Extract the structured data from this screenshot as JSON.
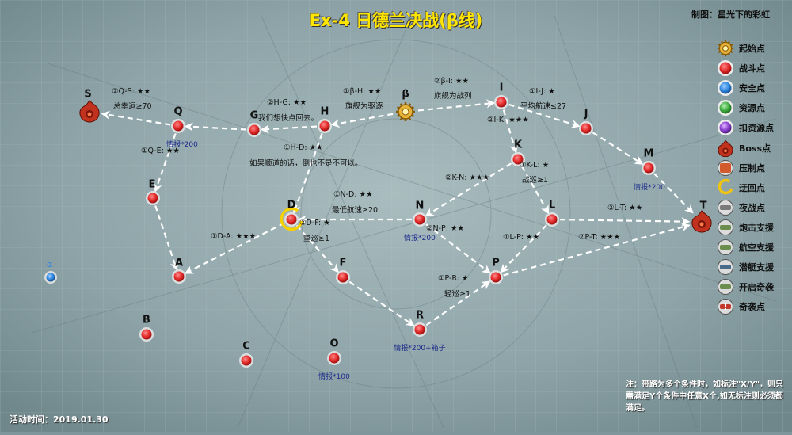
{
  "title": "Ex-4  日德兰决战(β线)",
  "author": "制图：星光下的彩虹",
  "date": "活动时间：2019.01.30",
  "note": "注：带路为多个条件时，如标注\"X/Y\"，则只需满足Y个条件中任意X个,如无标注则必须都满足。",
  "alpha_label": "α",
  "legend": [
    {
      "icon": "start-point-icon",
      "label": "起始点",
      "color": "#d9a520"
    },
    {
      "icon": "battle-point-icon",
      "label": "战斗点",
      "color": "#e23a3a"
    },
    {
      "icon": "safe-point-icon",
      "label": "安全点",
      "color": "#2f86e0"
    },
    {
      "icon": "resource-point-icon",
      "label": "资源点",
      "color": "#3fae3f"
    },
    {
      "icon": "resource-loss-point-icon",
      "label": "扣资源点",
      "color": "#8a3fcf"
    },
    {
      "icon": "boss-point-icon",
      "label": "Boss点",
      "color": "#c0321e"
    },
    {
      "icon": "suppression-point-icon",
      "label": "压制点",
      "color": "#d35a2c"
    },
    {
      "icon": "detour-point-icon",
      "label": "迂回点",
      "color": "#f1c40f"
    },
    {
      "icon": "night-battle-point-icon",
      "label": "夜战点",
      "color": "#7a7a7a"
    },
    {
      "icon": "gunfire-support-icon",
      "label": "炮击支援",
      "color": "#6b8e4e"
    },
    {
      "icon": "air-support-icon",
      "label": "航空支援",
      "color": "#6b8e4e"
    },
    {
      "icon": "submarine-support-icon",
      "label": "潜艇支援",
      "color": "#4a6a8a"
    },
    {
      "icon": "raid-open-icon",
      "label": "开启奇袭",
      "color": "#6b8e4e"
    },
    {
      "icon": "raid-point-icon",
      "label": "奇袭点",
      "color": "#c0392b"
    }
  ],
  "nodes": [
    {
      "id": "S",
      "type": "boss"
    },
    {
      "id": "Q",
      "type": "battle"
    },
    {
      "id": "G",
      "type": "battle"
    },
    {
      "id": "H",
      "type": "battle"
    },
    {
      "id": "β",
      "type": "start"
    },
    {
      "id": "I",
      "type": "battle"
    },
    {
      "id": "J",
      "type": "battle"
    },
    {
      "id": "K",
      "type": "battle"
    },
    {
      "id": "M",
      "type": "battle"
    },
    {
      "id": "T",
      "type": "boss"
    },
    {
      "id": "E",
      "type": "battle"
    },
    {
      "id": "D",
      "type": "detour"
    },
    {
      "id": "N",
      "type": "battle"
    },
    {
      "id": "L",
      "type": "battle"
    },
    {
      "id": "A",
      "type": "battle"
    },
    {
      "id": "F",
      "type": "battle"
    },
    {
      "id": "P",
      "type": "battle"
    },
    {
      "id": "R",
      "type": "battle"
    },
    {
      "id": "B",
      "type": "battle"
    },
    {
      "id": "C",
      "type": "battle"
    },
    {
      "id": "O",
      "type": "battle"
    },
    {
      "id": "α",
      "type": "safe"
    }
  ],
  "node_notes": {
    "Q": "情报*200",
    "M": "情报*200",
    "N": "情报*200",
    "R": "情报*200+箱子",
    "O": "情报*100"
  },
  "route_labels": {
    "QS_cond": "②Q-S: ★★",
    "QS_text": "总幸运≥70",
    "HG_cond": "②H-G: ★★",
    "G_text": "我们想快点回去。",
    "bH_cond": "①β-H: ★★",
    "bH_text": "旗舰为驱逐",
    "bI_cond": "②β-I: ★★",
    "bI_text": "旗舰为战列",
    "IJ_cond": "①I-J: ★",
    "IJ_text": "平均航速≤27",
    "IK_cond": "②I-K: ★★★",
    "QE_cond": "①Q-E: ★★",
    "HD_cond": "①H-D: ★★",
    "HD_text": "如果顺道的话，倒也不是不可以。",
    "KL_cond": "①K-L: ★",
    "KL_text": "战巡≥1",
    "KN_cond": "②K-N: ★★★",
    "ND_cond": "①N-D: ★★",
    "ND_text": "最低航速≥20",
    "LT_cond": "②L-T: ★★",
    "DF_cond": "②D-F: ★",
    "DF_text": "重巡≥1",
    "NP_cond": "②N-P: ★★",
    "DA_cond": "①D-A: ★★★",
    "LP_cond": "①L-P: ★★",
    "PT_cond": "②P-T: ★★★",
    "PR_cond": "①P-R: ★",
    "PR_text": "轻巡≥1"
  }
}
